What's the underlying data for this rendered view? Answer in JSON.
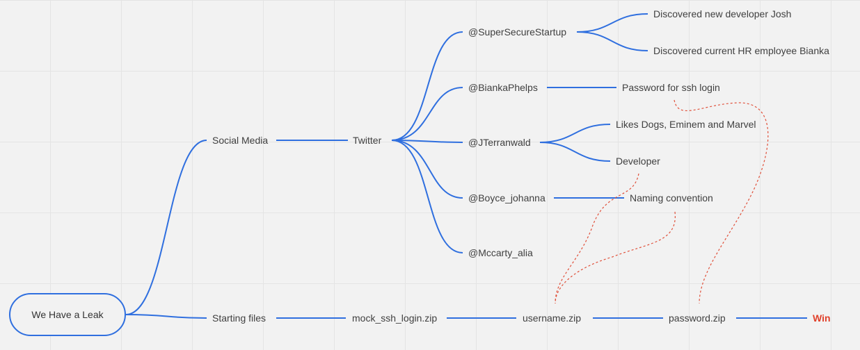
{
  "root": {
    "label": "We Have a Leak"
  },
  "branches": {
    "social_media": "Social Media",
    "twitter": "Twitter",
    "starting_files": "Starting files"
  },
  "accounts": {
    "supersecure": "@SuperSecureStartup",
    "bianka": "@BiankaPhelps",
    "jterranwald": "@JTerranwald",
    "boyce": "@Boyce_johanna",
    "mccarty": "@Mccarty_alia"
  },
  "findings": {
    "josh": "Discovered new developer Josh",
    "hr_bianka": "Discovered current HR employee Bianka",
    "password_ssh": "Password for ssh login",
    "likes": "Likes Dogs, Eminem and Marvel",
    "developer": "Developer",
    "naming": "Naming convention"
  },
  "files": {
    "mock": "mock_ssh_login.zip",
    "username": "username.zip",
    "password": "password.zip",
    "win": "Win"
  },
  "colors": {
    "edge": "#2f6fdf",
    "dashed": "#e0503a",
    "win": "#e0412b",
    "background": "#f2f2f2"
  }
}
